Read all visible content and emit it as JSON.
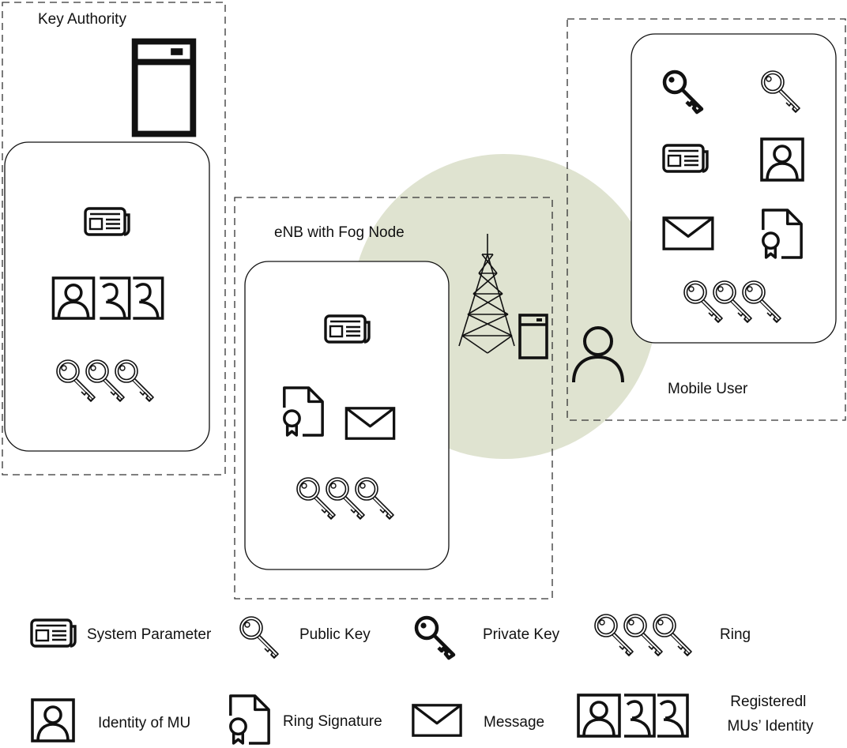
{
  "zones": {
    "key_authority": "Key Authority",
    "enb": "eNB with Fog Node",
    "mobile_user": "Mobile User"
  },
  "legend": {
    "system_parameter": "System Parameter",
    "public_key": "Public Key",
    "private_key": "Private Key",
    "ring": "Ring",
    "identity_of_mu": "Identity of MU",
    "ring_signature": "Ring Signature",
    "message": "Message",
    "registered_line1": "Registeredl",
    "registered_line2": "MUs’  Identity"
  },
  "colors": {
    "coverage_circle": "#dfe3d0",
    "stroke": "#111111"
  },
  "icons": [
    "server-icon",
    "newspaper-icon",
    "person-frame-icon",
    "public-key-icon",
    "private-key-icon",
    "ring-keys-icon",
    "certificate-doc-icon",
    "envelope-icon",
    "tower-icon",
    "user-icon"
  ]
}
